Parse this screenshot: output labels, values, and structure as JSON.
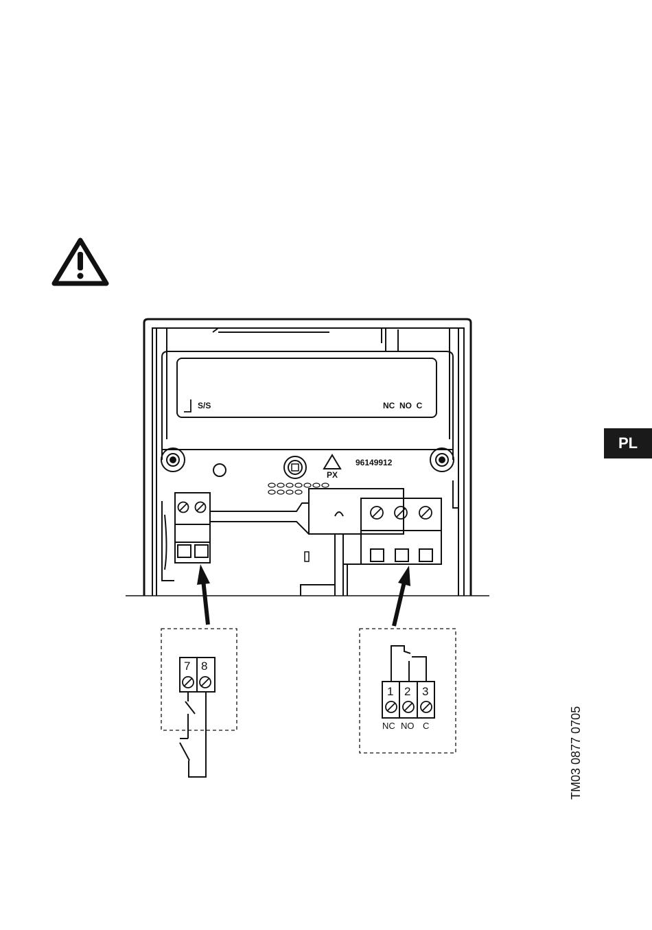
{
  "language_tab": {
    "label": "PL"
  },
  "drawing_code": "TM03 0877 0705",
  "device": {
    "panel_label_left": "S/S",
    "panel_label_right": "NC  NO  C",
    "part_number": "96149912",
    "recycling_mark": "PX"
  },
  "start_stop_detail": {
    "terminals": [
      "7",
      "8"
    ]
  },
  "relay_detail": {
    "terminals": [
      "1",
      "2",
      "3"
    ],
    "labels": [
      "NC",
      "NO",
      "C"
    ]
  },
  "icons": {
    "warning": "warning-triangle-icon",
    "screw": "screw-terminal-icon",
    "recycle": "recycle-triangle-icon"
  }
}
